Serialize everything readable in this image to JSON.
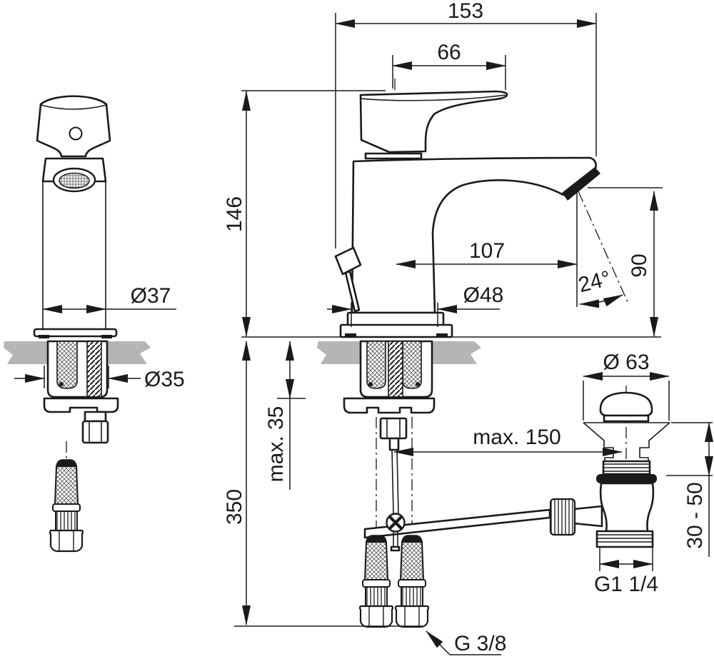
{
  "drawing": {
    "colors": {
      "line": "#1a1a1a",
      "counter": "#b5b5b5",
      "background": "#ffffff"
    },
    "dimensions": {
      "overall_width": "153",
      "handle_width": "66",
      "body_height": "146",
      "spout_reach": "107",
      "base_diameter": "Ø48",
      "spout_angle": "24°",
      "outlet_height": "90",
      "front_body_diameter": "Ø37",
      "mounting_hole_diameter": "Ø35",
      "max_deck_thickness": "max. 35",
      "hose_length": "350",
      "max_rod_reach": "max. 150",
      "waste_cap_diameter": "Ø 63",
      "waste_clamp_range": "30 - 50",
      "waste_thread": "G1 1/4",
      "supply_thread": "G 3/8"
    }
  }
}
